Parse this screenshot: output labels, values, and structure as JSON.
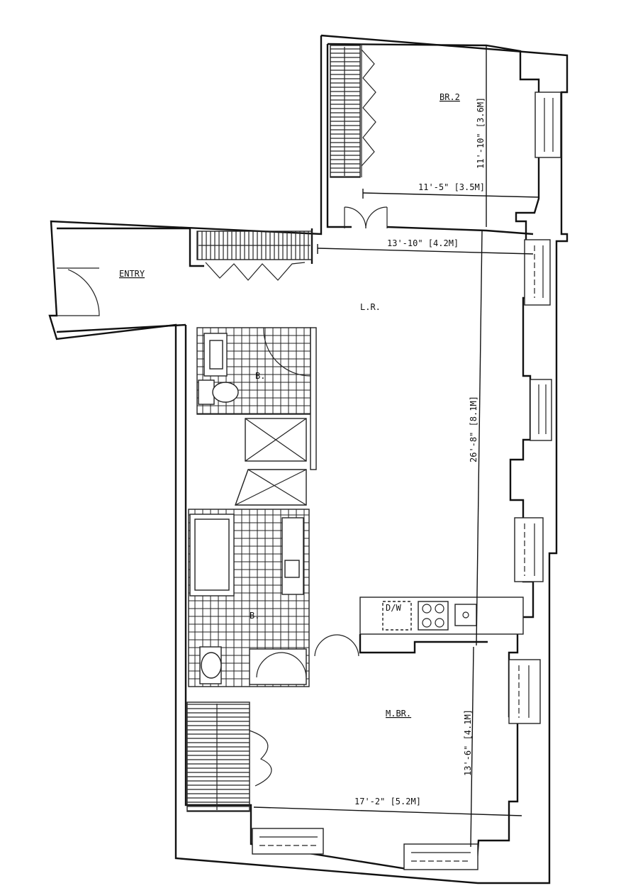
{
  "rooms": {
    "br2": "BR.2",
    "entry": "ENTRY",
    "lr": "L.R.",
    "mbr": "M.BR.",
    "bath1": "B.",
    "bath2": "B."
  },
  "dimensions": {
    "br2_height": "11'-10\" [3.6M]",
    "br2_width": "11'-5\" [3.5M]",
    "lr_width": "13'-10\" [4.2M]",
    "lr_height": "26'-8\" [8.1M]",
    "mbr_height": "13'-6\" [4.1M]",
    "mbr_width": "17'-2\" [5.2M]"
  },
  "kitchen": {
    "appliance_label": "D/W"
  }
}
